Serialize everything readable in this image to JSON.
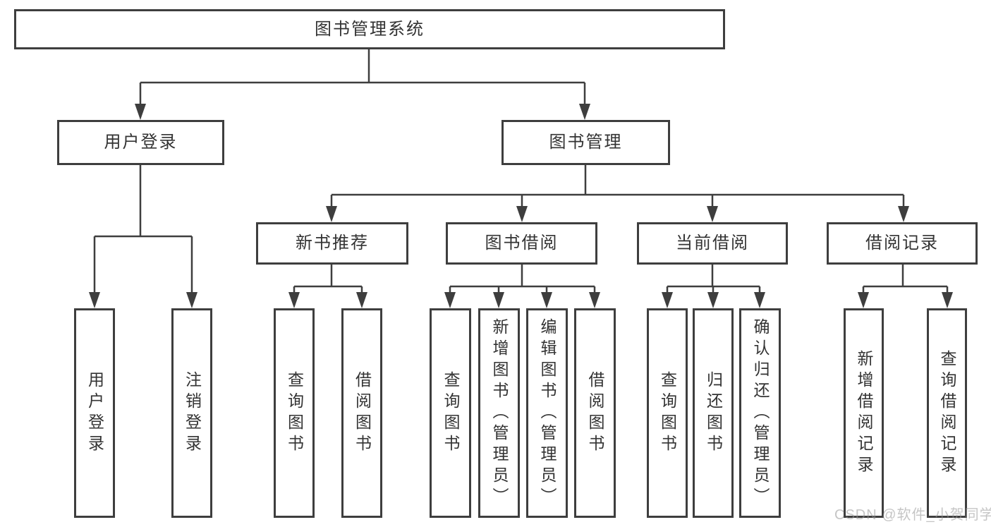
{
  "diagram_title": "图书管理系统",
  "watermark": "CSDN @软件_小贺同学",
  "colors": {
    "line": "#3e3e3e",
    "node_border": "#3e3e3e",
    "text": "#333333",
    "watermark": "#bcbcbc",
    "background": "#ffffff"
  },
  "tree": {
    "root": {
      "label": "图书管理系统"
    },
    "level2": [
      {
        "label": "用户登录",
        "parent": "图书管理系统"
      },
      {
        "label": "图书管理",
        "parent": "图书管理系统"
      }
    ],
    "level3": [
      {
        "label": "新书推荐",
        "parent": "图书管理"
      },
      {
        "label": "图书借阅",
        "parent": "图书管理"
      },
      {
        "label": "当前借阅",
        "parent": "图书管理"
      },
      {
        "label": "借阅记录",
        "parent": "图书管理"
      }
    ],
    "leaves": [
      {
        "label": "用户登录",
        "parent": "用户登录"
      },
      {
        "label": "注销登录",
        "parent": "用户登录"
      },
      {
        "label": "查询图书",
        "parent": "新书推荐"
      },
      {
        "label": "借阅图书",
        "parent": "新书推荐"
      },
      {
        "label": "查询图书",
        "parent": "图书借阅"
      },
      {
        "label": "新增图书（管理员）",
        "parent": "图书借阅"
      },
      {
        "label": "编辑图书（管理员）",
        "parent": "图书借阅"
      },
      {
        "label": "借阅图书",
        "parent": "图书借阅"
      },
      {
        "label": "查询图书",
        "parent": "当前借阅"
      },
      {
        "label": "归还图书",
        "parent": "当前借阅"
      },
      {
        "label": "确认归还（管理员）",
        "parent": "当前借阅"
      },
      {
        "label": "新增借阅记录",
        "parent": "借阅记录"
      },
      {
        "label": "查询借阅记录",
        "parent": "借阅记录"
      }
    ]
  }
}
